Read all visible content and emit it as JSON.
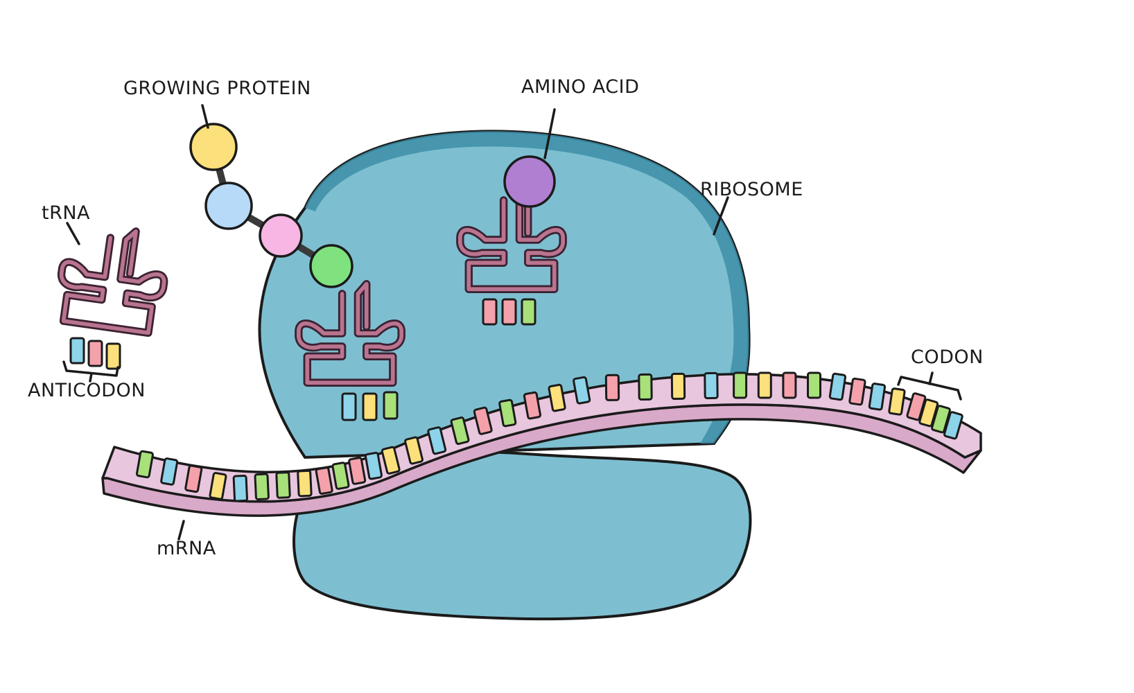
{
  "labels": {
    "growing_protein": "GROWING PROTEIN",
    "amino_acid": "AMINO ACID",
    "ribosome": "RIBOSOME",
    "trna": "tRNA",
    "anticodon": "ANTICODON",
    "codon": "CODON",
    "mrna": "mRNA"
  },
  "colors": {
    "ribosome": "#7dbfd0",
    "ribosome_dark": "#3d8ea8",
    "mrna": "#e8c6de",
    "mrna_side": "#d9a9c9",
    "trna": "#b9748f",
    "yellow": "#fbe07b",
    "blue": "#8dd3ea",
    "pink": "#f4a1ab",
    "green": "#a8e07a",
    "amino_yellow": "#fbe07b",
    "amino_blue": "#b7daf8",
    "amino_pink": "#f7b6e3",
    "amino_green": "#7fe27f",
    "amino_purple": "#b07fd1"
  }
}
